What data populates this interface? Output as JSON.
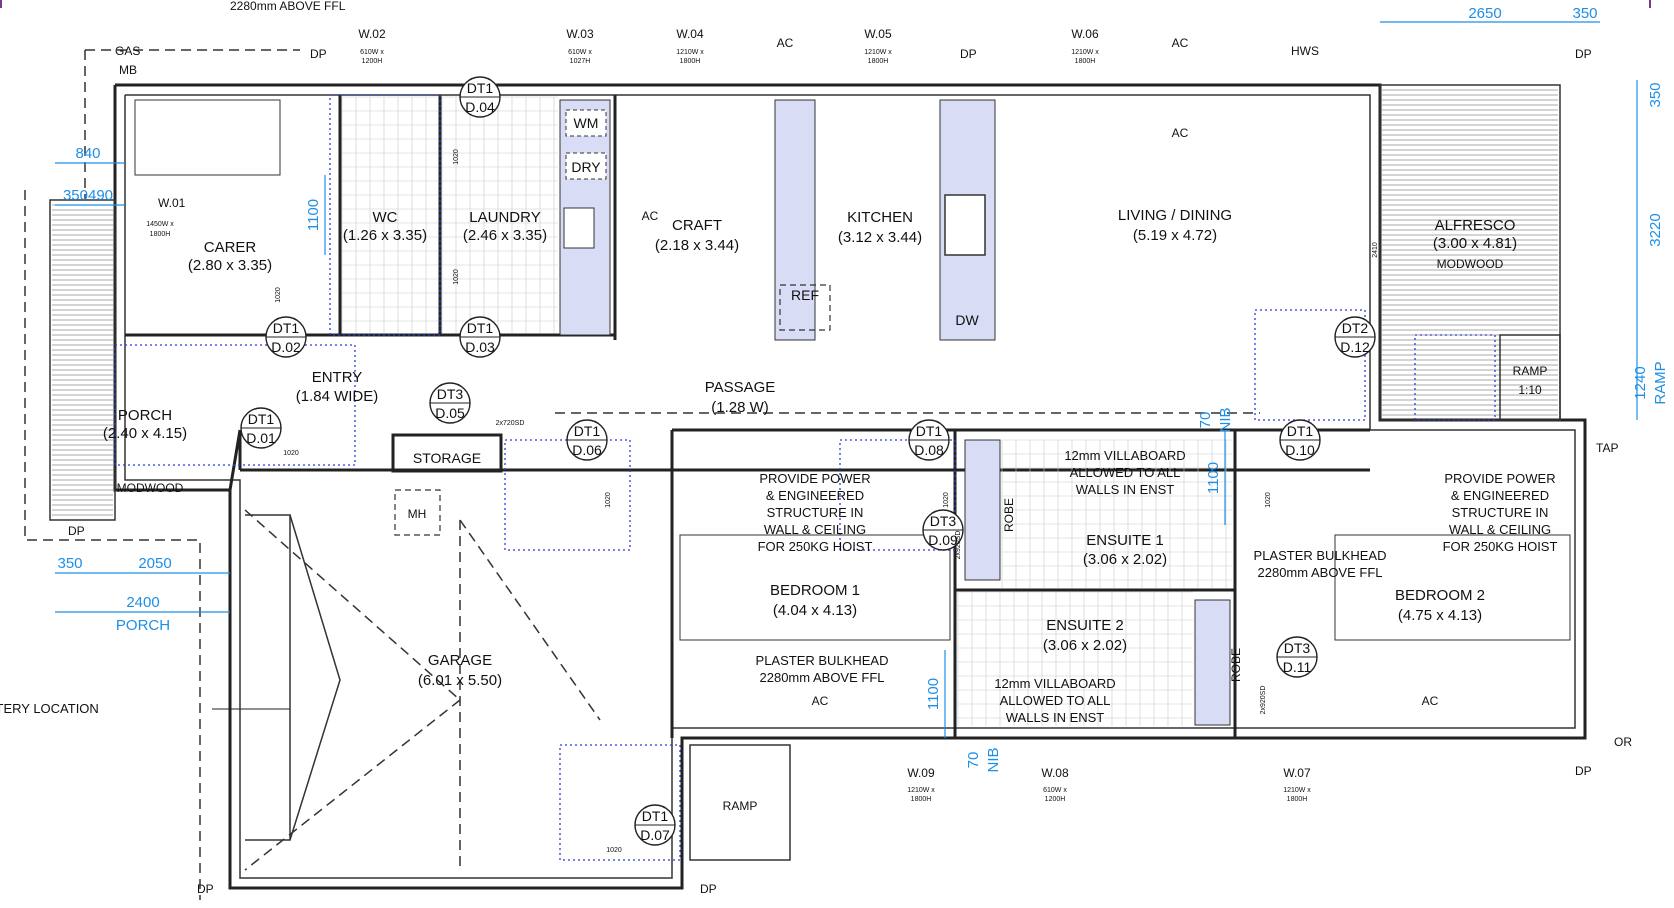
{
  "top_note": "2280mm ABOVE FFL",
  "rooms": [
    {
      "key": "carer",
      "name": "CARER",
      "size": "(2.80 x 3.35)"
    },
    {
      "key": "wc",
      "name": "WC",
      "size": "(1.26 x 3.35)"
    },
    {
      "key": "laundry",
      "name": "LAUNDRY",
      "size": "(2.46 x 3.35)"
    },
    {
      "key": "craft",
      "name": "CRAFT",
      "size": "(2.18 x 3.44)"
    },
    {
      "key": "kitchen",
      "name": "KITCHEN",
      "size": "(3.12 x 3.44)"
    },
    {
      "key": "living",
      "name": "LIVING / DINING",
      "size": "(5.19 x 4.72)"
    },
    {
      "key": "alfresco",
      "name": "ALFRESCO",
      "size": "(3.00 x 4.81)"
    },
    {
      "key": "entry",
      "name": "ENTRY",
      "size": "(1.84 WIDE)"
    },
    {
      "key": "passage",
      "name": "PASSAGE",
      "size": "(1.28 W)"
    },
    {
      "key": "porch",
      "name": "PORCH",
      "size": "(2.40 x 4.15)"
    },
    {
      "key": "garage",
      "name": "GARAGE",
      "size": "(6.01 x 5.50)"
    },
    {
      "key": "bedroom1",
      "name": "BEDROOM 1",
      "size": "(4.04 x 4.13)"
    },
    {
      "key": "bedroom2",
      "name": "BEDROOM 2",
      "size": "(4.75 x 4.13)"
    },
    {
      "key": "ensuite1",
      "name": "ENSUITE 1",
      "size": "(3.06 x 2.02)"
    },
    {
      "key": "ensuite2",
      "name": "ENSUITE 2",
      "size": "(3.06 x 2.02)"
    }
  ],
  "windows": [
    {
      "id": "W.01",
      "spec": [
        "1450W x",
        "1800H"
      ]
    },
    {
      "id": "W.02",
      "spec": [
        "610W x",
        "1200H"
      ]
    },
    {
      "id": "W.03",
      "spec": [
        "610W x",
        "1027H"
      ]
    },
    {
      "id": "W.04",
      "spec": [
        "1210W x",
        "1800H"
      ]
    },
    {
      "id": "W.05",
      "spec": [
        "1210W x",
        "1800H"
      ]
    },
    {
      "id": "W.06",
      "spec": [
        "1210W x",
        "1800H"
      ]
    },
    {
      "id": "W.07",
      "spec": [
        "1210W x",
        "1800H"
      ]
    },
    {
      "id": "W.08",
      "spec": [
        "610W x",
        "1200H"
      ]
    },
    {
      "id": "W.09",
      "spec": [
        "1210W x",
        "1800H"
      ]
    }
  ],
  "doors": [
    {
      "type": "DT1",
      "id": "D.01"
    },
    {
      "type": "DT1",
      "id": "D.02"
    },
    {
      "type": "DT1",
      "id": "D.03"
    },
    {
      "type": "DT1",
      "id": "D.04"
    },
    {
      "type": "DT3",
      "id": "D.05"
    },
    {
      "type": "DT1",
      "id": "D.06"
    },
    {
      "type": "DT1",
      "id": "D.07"
    },
    {
      "type": "DT1",
      "id": "D.08"
    },
    {
      "type": "DT3",
      "id": "D.09"
    },
    {
      "type": "DT1",
      "id": "D.10"
    },
    {
      "type": "DT3",
      "id": "D.11"
    },
    {
      "type": "DT2",
      "id": "D.12"
    }
  ],
  "fixtures": {
    "wm": "WM",
    "dry": "DRY",
    "ref": "REF",
    "dw": "DW",
    "mh": "MH",
    "storage": "STORAGE",
    "robe": "ROBE",
    "ramp": "RAMP",
    "ramp_ratio": "1:10",
    "modwood": "MODWOOD",
    "hws": "HWS",
    "gas": "GAS",
    "mb": "MB",
    "tap": "TAP",
    "or": "OR",
    "ac": "AC",
    "dp": "DP",
    "door_w1020": "1020",
    "door_w2410": "2410",
    "sliding": "2x720SD",
    "robe_door": "2x920SD"
  },
  "notes": {
    "hoist": [
      "PROVIDE POWER",
      "& ENGINEERED",
      "STRUCTURE IN",
      "WALL & CEILING",
      "FOR 250KG HOIST"
    ],
    "bulkhead": [
      "PLASTER BULKHEAD",
      "2280mm ABOVE FFL"
    ],
    "villaboard": [
      "12mm VILLABOARD",
      "ALLOWED TO ALL",
      "WALLS IN ENST"
    ],
    "battery": "BATTERY LOCATION"
  },
  "dimensions": {
    "d2650": "2650",
    "d350": "350",
    "d3220": "3220",
    "d1240": "1240",
    "ramp": "RAMP",
    "d840": "840",
    "d350490": "350490",
    "d1100": "1100",
    "d70": "70",
    "nib": "NIB",
    "d2050": "2050",
    "d2400": "2400",
    "porch": "PORCH"
  },
  "colors": {
    "wall": "#222222",
    "dimension": "#1e8fe6",
    "joinery": "#d9dcf5",
    "ceiling_grid": "#2a3be0",
    "accent_frame": "#7a3a8c"
  }
}
